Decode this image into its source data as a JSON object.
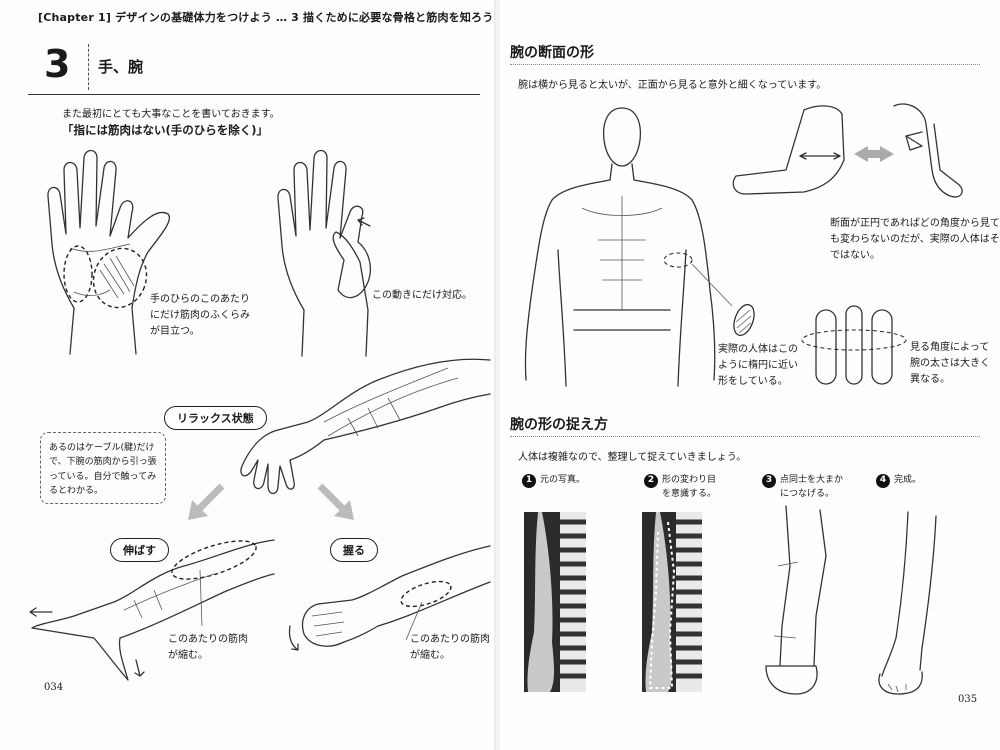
{
  "left_page": {
    "header": "[Chapter 1]  デザインの基礎体力をつけよう … 3  描くために必要な骨格と筋肉を知ろう",
    "section_number": "3",
    "section_title": "手、腕",
    "intro": "また最初にとても大事なことを書いておきます。",
    "key_point": "「指には筋肉はない(手のひらを除く)」",
    "palm_caption": [
      "手のひらのこのあたり",
      "にだけ筋肉のふくらみ",
      "が目立つ。"
    ],
    "thumb_caption": "この動きにだけ対応。",
    "note": "あるのはケーブル(腱)だけで、下腕の筋肉から引っ張っている。自分で触ってみるとわかる。",
    "relax_label": "リラックス状態",
    "extend_label": "伸ばす",
    "grip_label": "握る",
    "extend_caption": [
      "このあたりの筋肉",
      "が縮む。"
    ],
    "grip_caption": [
      "このあたりの筋肉",
      "が縮む。"
    ],
    "page_number": "034"
  },
  "right_page": {
    "section1_title": "腕の断面の形",
    "section1_text": "腕は横から見ると太いが、正面から見ると意外と細くなっています。",
    "cross_caption": [
      "断面が正円であればどの角度から見て",
      "も変わらないのだが、実際の人体はそう",
      "ではない。"
    ],
    "oval_caption": [
      "実際の人体はこの",
      "ように楕円に近い",
      "形をしている。"
    ],
    "angle_caption": [
      "見る角度によって",
      "腕の太さは大きく",
      "異なる。"
    ],
    "section2_title": "腕の形の捉え方",
    "section2_text": "人体は複雑なので、整理して捉えていきましょう。",
    "steps": [
      {
        "num": "1",
        "text": [
          "元の写真。"
        ]
      },
      {
        "num": "2",
        "text": [
          "形の変わり目",
          "を意識する。"
        ]
      },
      {
        "num": "3",
        "text": [
          "点同士を大まか",
          "につなげる。"
        ]
      },
      {
        "num": "4",
        "text": [
          "完成。"
        ]
      }
    ],
    "page_number": "035"
  }
}
